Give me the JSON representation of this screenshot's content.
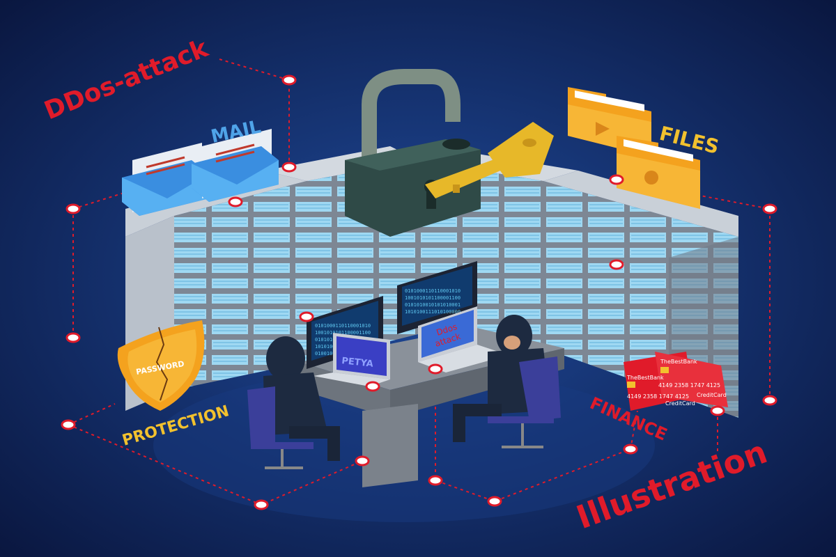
{
  "labels": {
    "ddos_attack": "DDos-attack",
    "mail": "MAIL",
    "files": "FILES",
    "protection": "PROTECTION",
    "finance": "FINANCE",
    "illustration": "Illustration",
    "password": "PASSWORD"
  },
  "screens": {
    "petya": "PETYA",
    "ddos_line1": "Ddos",
    "ddos_line2": "attack",
    "binary_left": [
      "0101000110110001010",
      "1001010101100001100",
      "0101010010101010001",
      "1010100111010100000",
      "0100101010100010010"
    ],
    "binary_right": [
      "0101000110110001010",
      "1001010101100001100",
      "0101010010101010001",
      "1010100111010100000"
    ]
  },
  "cards": {
    "bank": "TheBestBank",
    "number": "4149 2358 1747 4125",
    "type": "CreditCard"
  },
  "colors": {
    "background_center": "#1f4a9a",
    "background_edge": "#0a1740",
    "accent_red": "#e01b2a",
    "accent_yellow": "#f2c12e",
    "accent_blue": "#4fa3e8",
    "server_gray": "#8c96a3",
    "server_panel": "#9fd8f2",
    "folder_orange": "#f4a21e",
    "lock_dark": "#2f4a47",
    "key_gold": "#e7b829"
  }
}
